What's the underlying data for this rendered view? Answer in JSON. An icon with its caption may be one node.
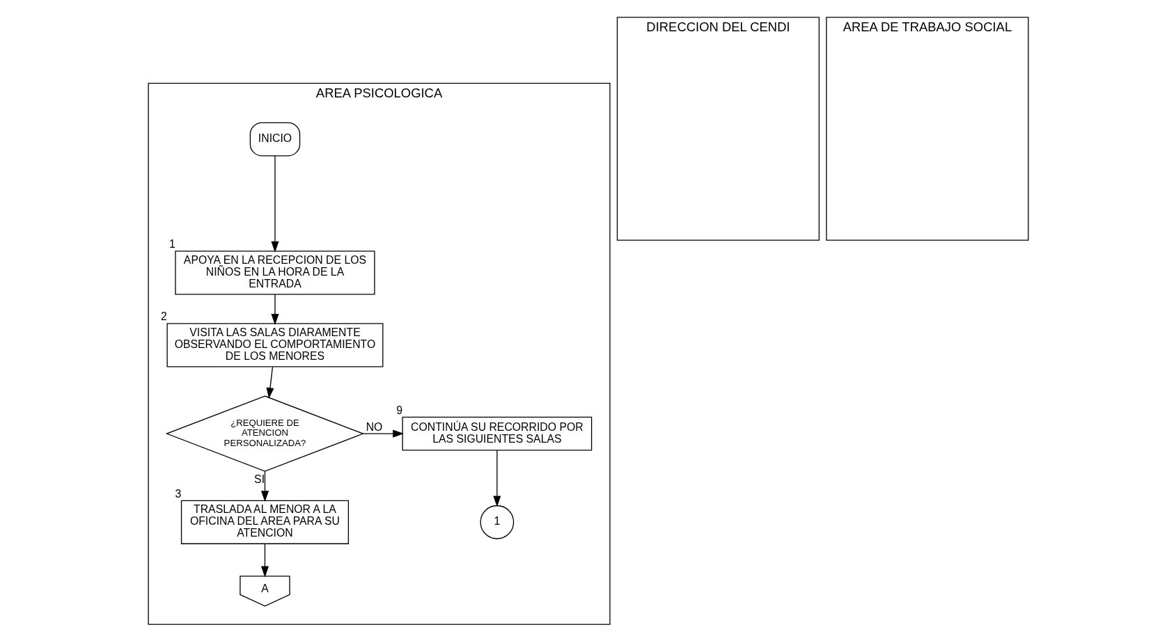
{
  "diagram": {
    "nodes": [
      {
        "text": [
          "AREA PSICOLOGICA"
        ]
      },
      {
        "text": [
          "DIRECCION DEL CENDI"
        ]
      },
      {
        "text": [
          "AREA DE TRABAJO SOCIAL"
        ]
      },
      {
        "text": [
          "INICIO"
        ],
        "in": 0
      },
      {
        "text": [
          "APOYA EN LA RECEPCION DE LOS NIÑOS EN LA HORA DE LA ENTRADA"
        ],
        "in": 0,
        "beside": [
          "1"
        ]
      },
      {
        "text": [
          "VISITA LAS SALAS DIARAMENTE OBSERVANDO EL COMPORTAMIENTO DE LOS MENORES"
        ],
        "in": 0,
        "beside": [
          "2"
        ]
      },
      {
        "text": [
          "¿REQUIERE DE ATENCION PERSONALIZADA?"
        ],
        "in": 0
      },
      {
        "text": [
          "CONTINÚA SU RECORRIDO POR LAS SIGUIENTES SALAS"
        ],
        "in": 0,
        "beside": [
          "9"
        ]
      },
      {
        "text": [
          "TRASLADA AL MENOR A LA OFICINA DEL AREA PARA SU ATENCION"
        ],
        "in": 0,
        "beside": [
          "3"
        ]
      },
      {
        "text": [
          "1"
        ],
        "in": 0
      },
      {
        "text": [
          "A"
        ],
        "in": 0
      }
    ],
    "edges": [
      {
        "from": 3,
        "to": 4,
        "arrow": "to"
      },
      {
        "from": 4,
        "to": 5,
        "arrow": "to"
      },
      {
        "from": 5,
        "to": 6,
        "arrow": "to"
      },
      {
        "from": 6,
        "to": 7,
        "arrow": "to",
        "label": "NO"
      },
      {
        "from": 6,
        "to": 8,
        "arrow": "to",
        "label": "SI"
      },
      {
        "from": 7,
        "to": 9,
        "arrow": "to"
      },
      {
        "from": 8,
        "to": 10,
        "arrow": "to"
      }
    ]
  }
}
